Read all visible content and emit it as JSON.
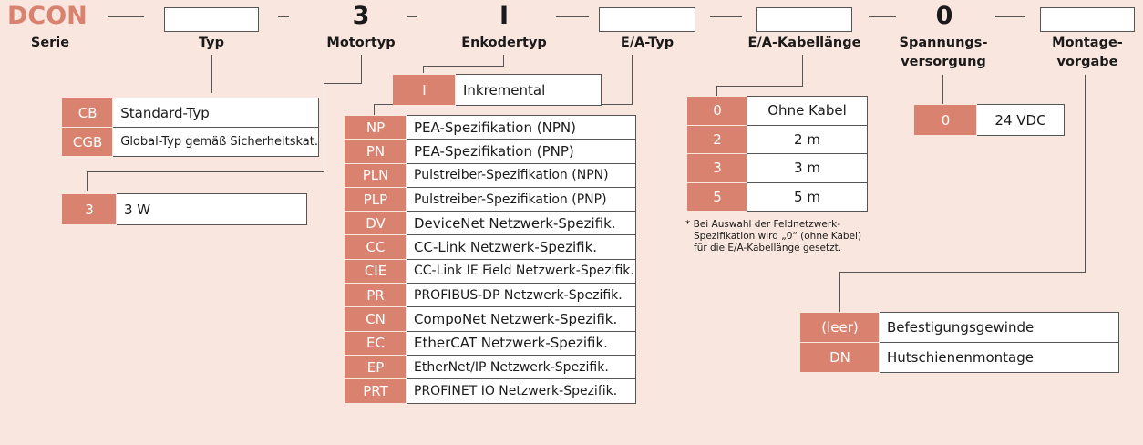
{
  "header": {
    "brand": "DCON",
    "motor_value": "3",
    "encoder_value": "I",
    "power_value": "0"
  },
  "labels": {
    "serie": "Serie",
    "typ": "Typ",
    "motortyp": "Motortyp",
    "enkodertyp": "Enkodertyp",
    "ea_typ": "E/A-Typ",
    "ea_kabel": "E/A-Kabellänge",
    "spannung_1": "Spannungs-",
    "spannung_2": "versorgung",
    "montage_1": "Montage-",
    "montage_2": "vorgabe"
  },
  "typ_options": [
    {
      "code": "CB",
      "desc": "Standard-Typ"
    },
    {
      "code": "CGB",
      "desc": "Global-Typ gemäß Sicherheitskat."
    }
  ],
  "motor_options": [
    {
      "code": "3",
      "desc": "3 W"
    }
  ],
  "encoder_options": [
    {
      "code": "I",
      "desc": "Inkremental"
    }
  ],
  "io_options": [
    {
      "code": "NP",
      "desc": "PEA-Spezifikation (NPN)"
    },
    {
      "code": "PN",
      "desc": "PEA-Spezifikation (PNP)"
    },
    {
      "code": "PLN",
      "desc": "Pulstreiber-Spezifikation (NPN)"
    },
    {
      "code": "PLP",
      "desc": "Pulstreiber-Spezifikation (PNP)"
    },
    {
      "code": "DV",
      "desc": "DeviceNet Netzwerk-Spezifik."
    },
    {
      "code": "CC",
      "desc": "CC-Link Netzwerk-Spezifik."
    },
    {
      "code": "CIE",
      "desc": "CC-Link IE Field Netzwerk-Spezifik."
    },
    {
      "code": "PR",
      "desc": "PROFIBUS-DP Netzwerk-Spezifik."
    },
    {
      "code": "CN",
      "desc": "CompoNet Netzwerk-Spezifik."
    },
    {
      "code": "EC",
      "desc": "EtherCAT Netzwerk-Spezifik."
    },
    {
      "code": "EP",
      "desc": "EtherNet/IP Netzwerk-Spezifik."
    },
    {
      "code": "PRT",
      "desc": "PROFINET IO Netzwerk-Spezifik."
    }
  ],
  "cable_options": [
    {
      "code": "0",
      "desc": "Ohne Kabel"
    },
    {
      "code": "2",
      "desc": "2 m"
    },
    {
      "code": "3",
      "desc": "3 m"
    },
    {
      "code": "5",
      "desc": "5 m"
    }
  ],
  "cable_note": [
    "* Bei Auswahl der Feldnetzwerk-",
    "Spezifikation wird „0“ (ohne Kabel)",
    "für die E/A-Kabellänge gesetzt."
  ],
  "power_options": [
    {
      "code": "0",
      "desc": "24 VDC"
    }
  ],
  "mount_options": [
    {
      "code": "(leer)",
      "desc": "Befestigungsgewinde"
    },
    {
      "code": "DN",
      "desc": "Hutschienenmontage"
    }
  ]
}
